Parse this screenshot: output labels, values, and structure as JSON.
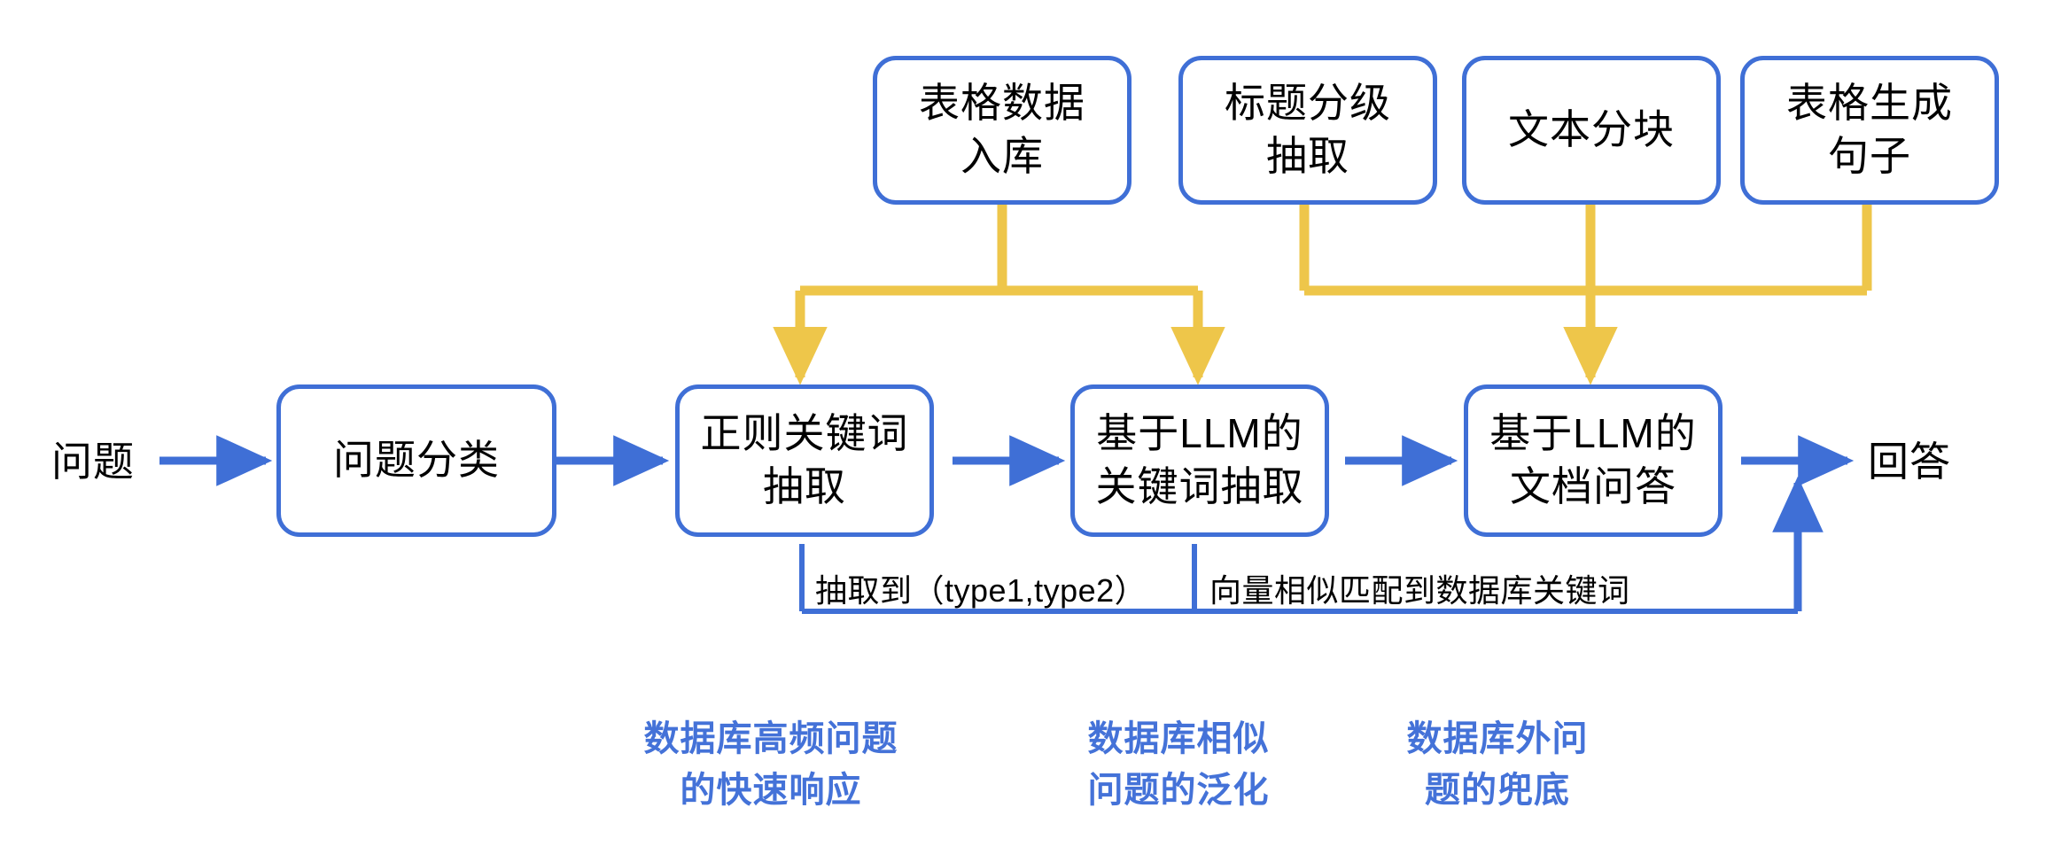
{
  "diagram": {
    "title_text_color": "#000000",
    "colors": {
      "node_border": "#3f6fd6",
      "flow_arrow": "#3f6fd6",
      "resource_arrow": "#eec64a",
      "caption_text": "#4472d8",
      "background": "#ffffff"
    },
    "inputs": {
      "start_label": "问题",
      "end_label": "回答"
    },
    "top_nodes": [
      {
        "id": "table-data-ingest",
        "label": "表格数据\n入库"
      },
      {
        "id": "heading-level-extract",
        "label": "标题分级\n抽取"
      },
      {
        "id": "text-chunking",
        "label": "文本分块"
      },
      {
        "id": "table-to-sentence",
        "label": "表格生成\n句子"
      }
    ],
    "pipeline_nodes": [
      {
        "id": "question-classification",
        "label": "问题分类"
      },
      {
        "id": "regex-keyword-extract",
        "label": "正则关键词\n抽取"
      },
      {
        "id": "llm-keyword-extract",
        "label": "基于LLM的\n关键词抽取"
      },
      {
        "id": "llm-doc-qa",
        "label": "基于LLM的\n文档问答"
      }
    ],
    "edge_labels": [
      {
        "id": "extract-types",
        "text": "抽取到（type1,type2）"
      },
      {
        "id": "vector-match",
        "text": "向量相似匹配到数据库关键词"
      }
    ],
    "captions": [
      {
        "id": "db-frequent-question",
        "text": "数据库高频问题\n的快速响应"
      },
      {
        "id": "db-similar-question",
        "text": "数据库相似\n问题的泛化"
      },
      {
        "id": "db-external-question",
        "text": "数据库外问\n题的兜底"
      }
    ]
  }
}
